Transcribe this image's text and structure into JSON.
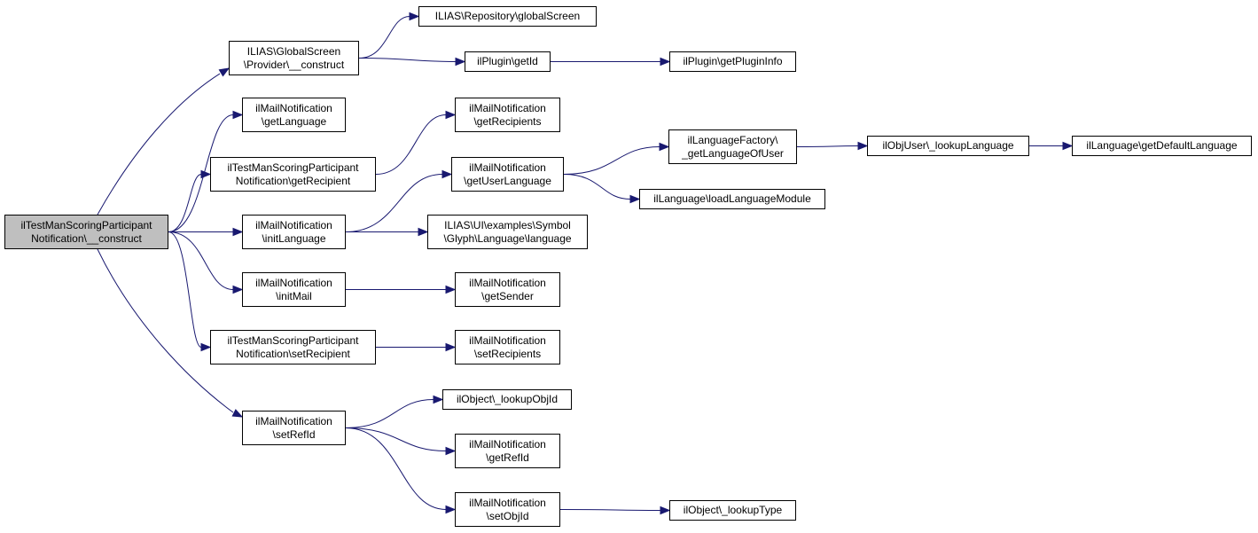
{
  "colors": {
    "edge": "#191970",
    "root_fill": "#bfbfbf",
    "node_fill": "#ffffff",
    "border": "#000000"
  },
  "nodes": [
    {
      "id": "root",
      "lines": [
        "ilTestManScoringParticipant",
        "Notification\\__construct"
      ],
      "root": true
    },
    {
      "id": "gsProvider",
      "lines": [
        "ILIAS\\GlobalScreen",
        "\\Provider\\__construct"
      ]
    },
    {
      "id": "globalScreen",
      "lines": [
        "ILIAS\\Repository\\globalScreen"
      ]
    },
    {
      "id": "pluginGetId",
      "lines": [
        "ilPlugin\\getId"
      ]
    },
    {
      "id": "pluginInfo",
      "lines": [
        "ilPlugin\\getPluginInfo"
      ]
    },
    {
      "id": "getLanguage",
      "lines": [
        "ilMailNotification",
        "\\getLanguage"
      ]
    },
    {
      "id": "getRecipient",
      "lines": [
        "ilTestManScoringParticipant",
        "Notification\\getRecipient"
      ]
    },
    {
      "id": "getRecipients",
      "lines": [
        "ilMailNotification",
        "\\getRecipients"
      ]
    },
    {
      "id": "getUserLanguage",
      "lines": [
        "ilMailNotification",
        "\\getUserLanguage"
      ]
    },
    {
      "id": "langOfUser",
      "lines": [
        "ilLanguageFactory\\",
        "_getLanguageOfUser"
      ]
    },
    {
      "id": "lookupLanguage",
      "lines": [
        "ilObjUser\\_lookupLanguage"
      ]
    },
    {
      "id": "defaultLanguage",
      "lines": [
        "ilLanguage\\getDefaultLanguage"
      ]
    },
    {
      "id": "loadLangModule",
      "lines": [
        "ilLanguage\\loadLanguageModule"
      ]
    },
    {
      "id": "initLanguage",
      "lines": [
        "ilMailNotification",
        "\\initLanguage"
      ]
    },
    {
      "id": "glyphLanguage",
      "lines": [
        "ILIAS\\UI\\examples\\Symbol",
        "\\Glyph\\Language\\language"
      ]
    },
    {
      "id": "initMail",
      "lines": [
        "ilMailNotification",
        "\\initMail"
      ]
    },
    {
      "id": "getSender",
      "lines": [
        "ilMailNotification",
        "\\getSender"
      ]
    },
    {
      "id": "setRecipient",
      "lines": [
        "ilTestManScoringParticipant",
        "Notification\\setRecipient"
      ]
    },
    {
      "id": "setRecipients",
      "lines": [
        "ilMailNotification",
        "\\setRecipients"
      ]
    },
    {
      "id": "setRefId",
      "lines": [
        "ilMailNotification",
        "\\setRefId"
      ]
    },
    {
      "id": "lookupObjId",
      "lines": [
        "ilObject\\_lookupObjId"
      ]
    },
    {
      "id": "getRefId",
      "lines": [
        "ilMailNotification",
        "\\getRefId"
      ]
    },
    {
      "id": "setObjId",
      "lines": [
        "ilMailNotification",
        "\\setObjId"
      ]
    },
    {
      "id": "lookupType",
      "lines": [
        "ilObject\\_lookupType"
      ]
    }
  ],
  "edges": [
    [
      "root",
      "gsProvider"
    ],
    [
      "root",
      "getLanguage"
    ],
    [
      "root",
      "getRecipient"
    ],
    [
      "root",
      "initLanguage"
    ],
    [
      "root",
      "initMail"
    ],
    [
      "root",
      "setRecipient"
    ],
    [
      "root",
      "setRefId"
    ],
    [
      "gsProvider",
      "globalScreen"
    ],
    [
      "gsProvider",
      "pluginGetId"
    ],
    [
      "pluginGetId",
      "pluginInfo"
    ],
    [
      "getRecipient",
      "getRecipients"
    ],
    [
      "initLanguage",
      "getUserLanguage"
    ],
    [
      "initLanguage",
      "glyphLanguage"
    ],
    [
      "getUserLanguage",
      "langOfUser"
    ],
    [
      "getUserLanguage",
      "loadLangModule"
    ],
    [
      "langOfUser",
      "lookupLanguage"
    ],
    [
      "lookupLanguage",
      "defaultLanguage"
    ],
    [
      "initMail",
      "getSender"
    ],
    [
      "setRecipient",
      "setRecipients"
    ],
    [
      "setRefId",
      "lookupObjId"
    ],
    [
      "setRefId",
      "getRefId"
    ],
    [
      "setRefId",
      "setObjId"
    ],
    [
      "setObjId",
      "lookupType"
    ]
  ]
}
